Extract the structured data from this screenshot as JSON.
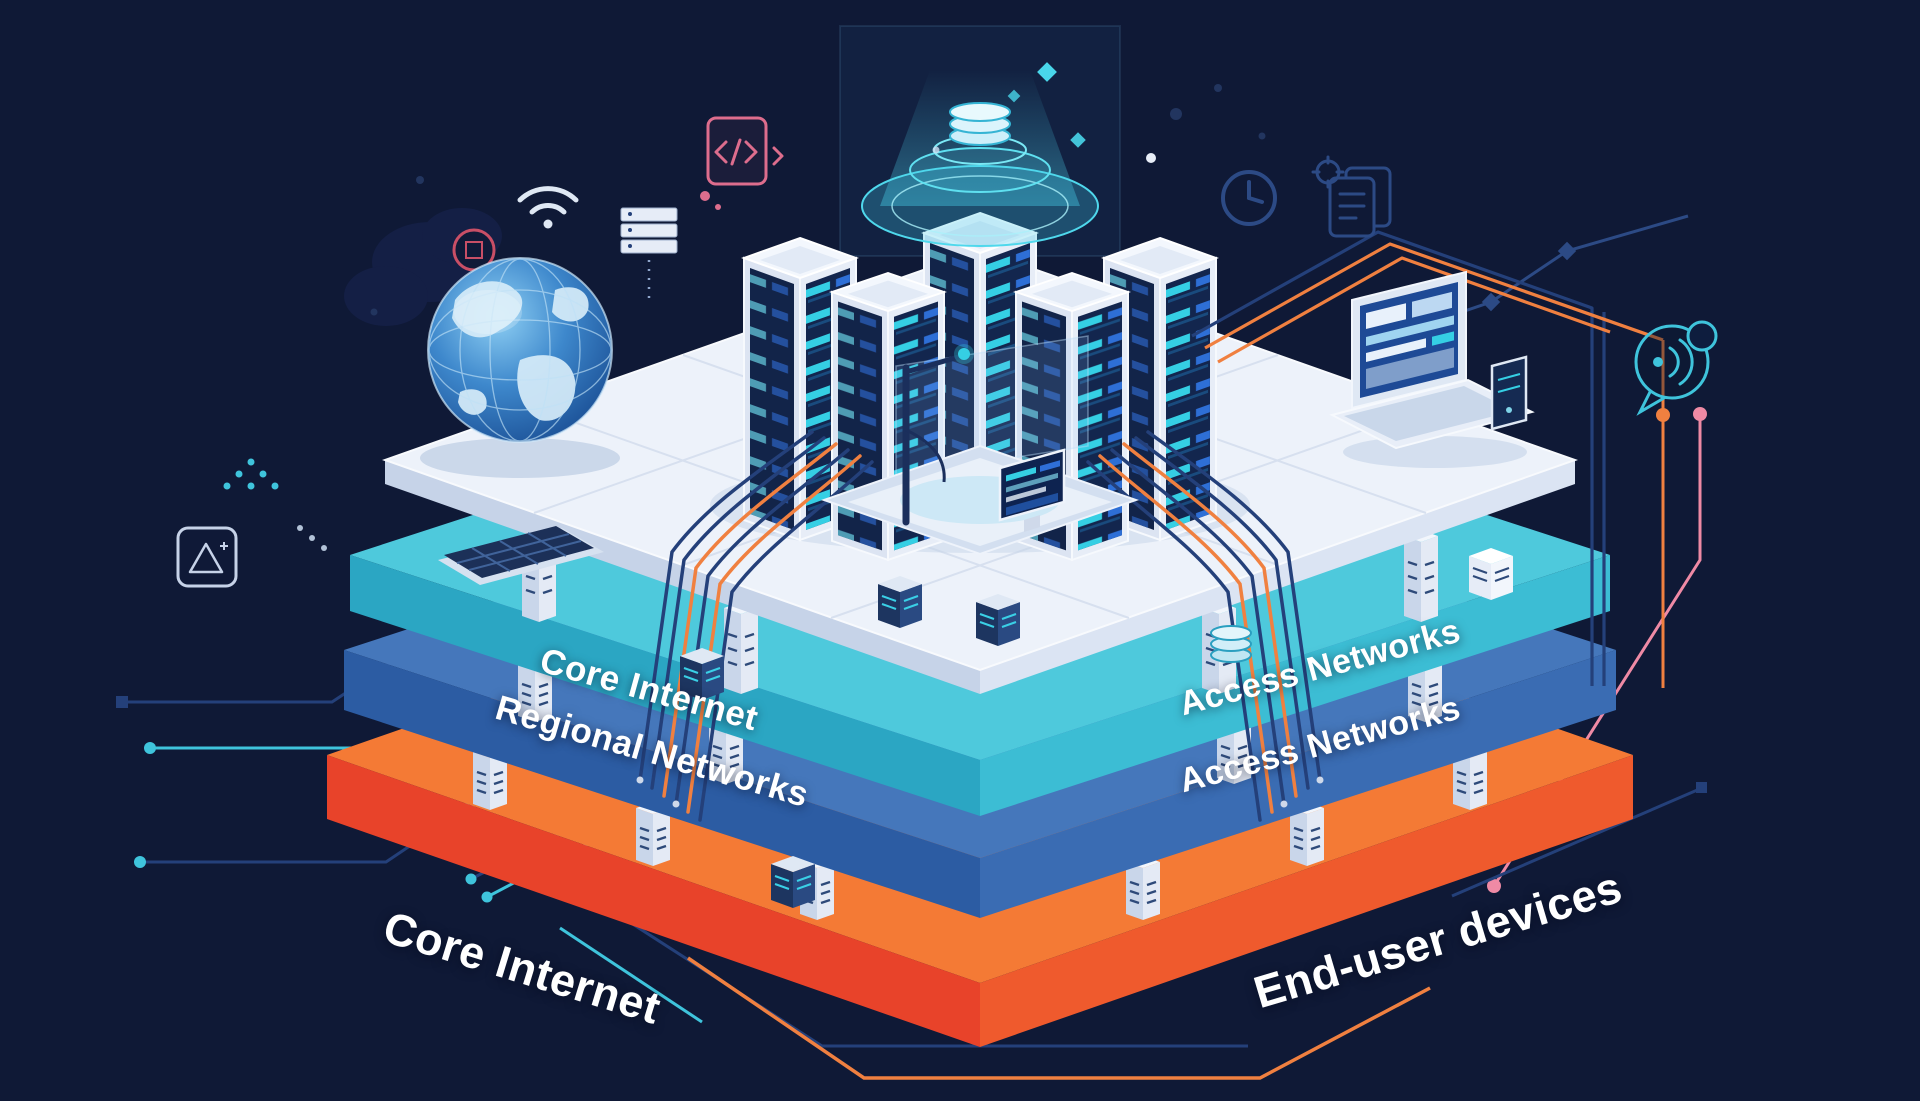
{
  "scene": {
    "title": "Internet architecture layers isometric illustration"
  },
  "labels": {
    "layer_core_internet": "Core Internet",
    "layer_regional_networks": "Regional Networks",
    "layer_access_networks_upper": "Access Networks",
    "layer_access_networks_lower": "Access Networks",
    "callout_core_internet": "Core Internet",
    "callout_end_user_devices": "End-user devices"
  },
  "colors": {
    "background": "#0f1936",
    "platform_top": "#edf2fa",
    "layer_teal": "#3cbdd4",
    "layer_blue": "#3a6cb3",
    "layer_orange": "#ef5a2d",
    "cable_navy": "#24407a",
    "cable_orange": "#f08040",
    "accent_teal": "#3fc4dc",
    "accent_pink": "#ef8aa5",
    "screen_glow": "#35cfe4",
    "label_text": "#ffffff"
  },
  "icons": [
    {
      "name": "globe-icon",
      "depicts": "world globe on platform"
    },
    {
      "name": "hologram-icon",
      "depicts": "glowing holographic server projection"
    },
    {
      "name": "server-rack-icon",
      "depicts": "data center cabinet with status lights"
    },
    {
      "name": "wifi-icon",
      "depicts": "wireless signal arcs"
    },
    {
      "name": "server-stack-icon",
      "depicts": "stacked server boxes"
    },
    {
      "name": "code-document-icon",
      "depicts": "pink document with code brackets"
    },
    {
      "name": "clock-icon",
      "depicts": "outline clock"
    },
    {
      "name": "gear-document-icon",
      "depicts": "documents with gear"
    },
    {
      "name": "chat-audio-icon",
      "depicts": "speech bubble with sound waves"
    },
    {
      "name": "signal-dots-icon",
      "depicts": "triangular dot signal"
    },
    {
      "name": "prism-box-icon",
      "depicts": "rounded box with prism"
    },
    {
      "name": "laptop-icon",
      "depicts": "laptop with dashboard screen"
    },
    {
      "name": "smartphone-icon",
      "depicts": "smartphone"
    },
    {
      "name": "keyboard-icon",
      "depicts": "isometric keyboard"
    },
    {
      "name": "monitor-icon",
      "depicts": "control monitor on dais"
    },
    {
      "name": "mini-server-icon",
      "depicts": "small network box"
    },
    {
      "name": "disc-stack-icon",
      "depicts": "stacked database discs"
    },
    {
      "name": "circuit-icon",
      "depicts": "red outlined chip circle"
    }
  ]
}
